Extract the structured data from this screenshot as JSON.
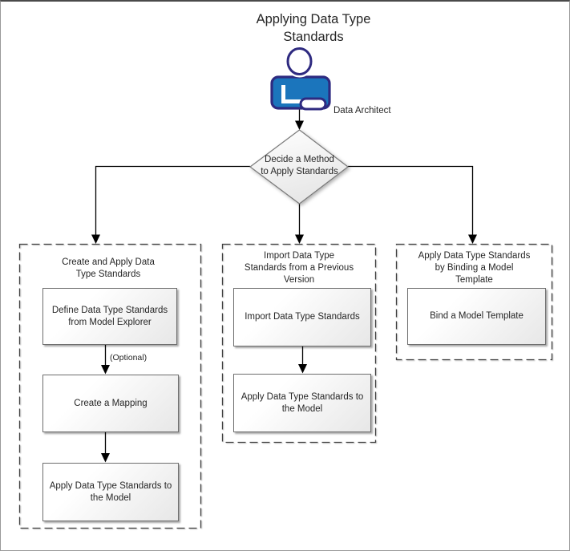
{
  "title": "Applying Data Type\nStandards",
  "actor": {
    "label": "Data Architect"
  },
  "decision": {
    "label": "Decide a Method\nto Apply Standards"
  },
  "columns": [
    {
      "header": "Create and Apply Data\nType Standards",
      "note": "(Optional)",
      "steps": [
        "Define Data Type Standards\nfrom Model Explorer",
        "Create a Mapping",
        "Apply Data Type Standards to\nthe Model"
      ]
    },
    {
      "header": "Import Data Type\nStandards from a Previous\nVersion",
      "steps": [
        "Import Data Type Standards",
        "Apply Data Type Standards to\nthe Model"
      ]
    },
    {
      "header": "Apply Data Type Standards\nby Binding a Model\nTemplate",
      "steps": [
        "Bind a Model Template"
      ]
    }
  ],
  "colors": {
    "actor_blue": "#1b75bc",
    "actor_outline": "#2e2a80",
    "connector": "#000000",
    "box_border": "#6e6e6e",
    "dashed_border": "#3f3f3f"
  }
}
